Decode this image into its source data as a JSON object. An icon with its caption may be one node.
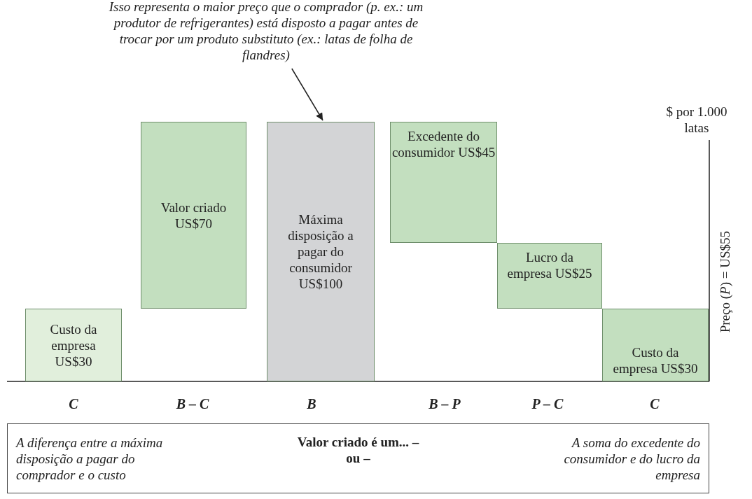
{
  "diagram": {
    "nodes": [
      {
        "text": [
          "Isso representa o maior preço que o comprador (p. ex.: um produtor de refrigerantes) está disposto a pagar antes de trocar por um produto substituto (ex.: latas de folha de flandres)"
        ]
      },
      {
        "text": [
          "Custo da empresa US$30"
        ]
      },
      {
        "text": [
          "Valor criado US$70"
        ]
      },
      {
        "text": [
          "Máxima disposição a pagar do consumidor US$100"
        ]
      },
      {
        "text": [
          "Excedente do consumidor US$45"
        ]
      },
      {
        "text": [
          "Lucro da empresa US$25"
        ]
      },
      {
        "text": [
          "Custo da empresa US$30"
        ]
      },
      {
        "text": [
          "A diferença entre a máxima disposição a pagar do comprador e o custo",
          "Valor criado é um... – ou –",
          "A soma do excedente do consumidor e do lucro da empresa"
        ]
      }
    ],
    "edges": [
      {
        "from": 0,
        "to": 3,
        "arrow": "to"
      }
    ],
    "labels": [
      "$ por 1.000 latas",
      "Preço (*P*) = US$55",
      "C",
      "B – C",
      "B",
      "B – P",
      "P – C",
      "C"
    ]
  }
}
